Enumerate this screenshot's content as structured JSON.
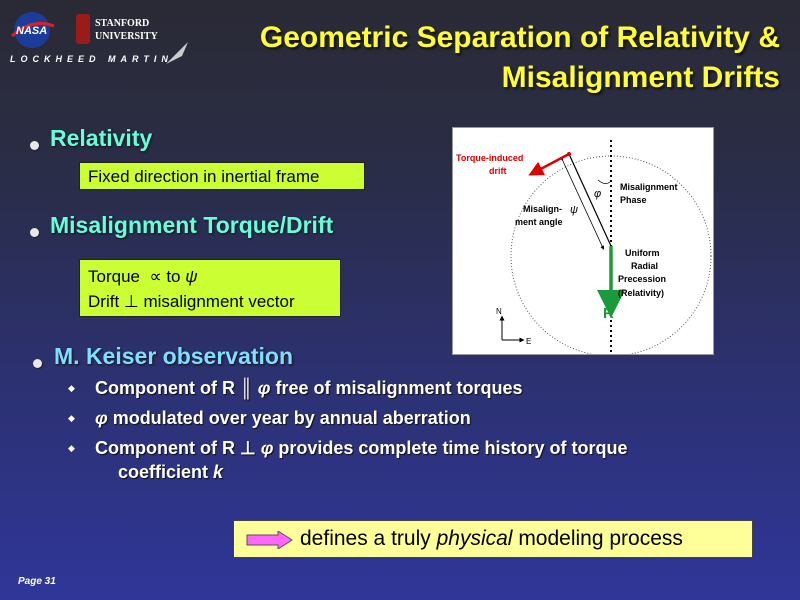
{
  "logos": {
    "nasa": "NASA",
    "stanford_line1": "STANFORD",
    "stanford_line2": "UNIVERSITY",
    "lockheed": "LOCKHEED MARTIN"
  },
  "title": {
    "line1": "Geometric Separation of Relativity &",
    "line2": "Misalignment Drifts"
  },
  "sections": {
    "relativity": {
      "heading": "Relativity",
      "box": "Fixed direction in inertial frame"
    },
    "misalignment": {
      "heading": "Misalignment Torque/Drift",
      "box_line1_a": "Torque",
      "box_line1_sym": "∝",
      "box_line1_b": "to",
      "box_line1_psi": "ψ",
      "box_line2_a": "Drift",
      "box_line2_sym": "⊥",
      "box_line2_b": "misalignment vector"
    },
    "keiser": {
      "heading": "M. Keiser observation",
      "items": [
        {
          "a": "Component of R",
          "sym": "║",
          "phi": "φ",
          "b": "free of misalignment torques"
        },
        {
          "phi": "φ",
          "b": "modulated over year by annual aberration"
        },
        {
          "a": "Component of R",
          "sym": "⊥",
          "phi": "φ",
          "b": "provides complete time history of torque",
          "c": "coefficient",
          "k": "k"
        }
      ]
    }
  },
  "diagram": {
    "torque_line1": "Torque-induced",
    "torque_line2": "drift",
    "misalign_line1": "Misalign-",
    "misalign_line2": "ment angle",
    "psi": "ψ",
    "phi": "φ",
    "phase_line1": "Misalignment",
    "phase_line2": "Phase",
    "uniform_line1": "Uniform",
    "uniform_line2": "Radial",
    "uniform_line3": "Precession",
    "uniform_line4": "(Relativity)",
    "R": "R",
    "N": "N",
    "E": "E"
  },
  "callout": {
    "pre": "defines a truly",
    "italic": "physical",
    "post": "modeling process"
  },
  "page": "Page 31",
  "colors": {
    "title": "#ffff33",
    "green_box": "#ccff33",
    "callout_bg": "#ffff99",
    "arrow": "#ff66ff",
    "R_arrow": "#1a9a3a",
    "torque": "#dd0000"
  }
}
